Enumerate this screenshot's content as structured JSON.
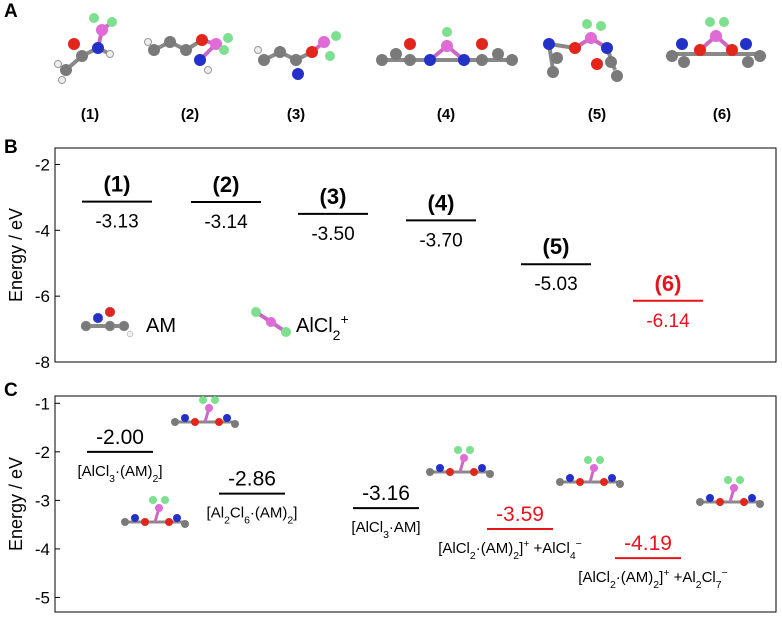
{
  "panel_letters": [
    "A",
    "B",
    "C"
  ],
  "panel_a": {
    "structures": [
      {
        "label": "(1)"
      },
      {
        "label": "(2)"
      },
      {
        "label": "(3)"
      },
      {
        "label": "(4)"
      },
      {
        "label": "(5)"
      },
      {
        "label": "(6)"
      }
    ]
  },
  "colors": {
    "carbon": "#7a7a7a",
    "hydrogen": "#f2f2f2",
    "oxygen": "#e3261b",
    "nitrogen": "#2431c9",
    "aluminum": "#e06ad6",
    "chlorine": "#7de08f",
    "highlight": "#e8141c",
    "default": "#000000"
  },
  "chart_data": [
    {
      "type": "energy-level",
      "ylabel": "Energy / eV",
      "ylim": [
        -8,
        -1.5
      ],
      "yticks": [
        -2,
        -4,
        -6,
        -8
      ],
      "levels": [
        {
          "label": "(1)",
          "value": -3.13,
          "value_text": "-3.13",
          "highlight": false
        },
        {
          "label": "(2)",
          "value": -3.14,
          "value_text": "-3.14",
          "highlight": false
        },
        {
          "label": "(3)",
          "value": -3.5,
          "value_text": "-3.50",
          "highlight": false
        },
        {
          "label": "(4)",
          "value": -3.7,
          "value_text": "-3.70",
          "highlight": false
        },
        {
          "label": "(5)",
          "value": -5.03,
          "value_text": "-5.03",
          "highlight": false
        },
        {
          "label": "(6)",
          "value": -6.14,
          "value_text": "-6.14",
          "highlight": true
        }
      ],
      "legend": [
        {
          "text": "AM",
          "icon": "acrylamide-molecule-icon"
        },
        {
          "text": "AlCl",
          "sub": "2",
          "sup": "+",
          "icon": "alcl2-cation-icon"
        }
      ]
    },
    {
      "type": "energy-level",
      "ylabel": "Energy / eV",
      "ylim": [
        -5.3,
        -0.85
      ],
      "yticks": [
        -1,
        -2,
        -3,
        -4,
        -5
      ],
      "levels": [
        {
          "value": -2.0,
          "value_text": "-2.00",
          "highlight": false,
          "species": [
            {
              "t": "[AlCl"
            },
            {
              "t": "3",
              "s": "sub"
            },
            {
              "t": "·(AM)"
            },
            {
              "t": "2",
              "s": "sub"
            },
            {
              "t": "]"
            }
          ]
        },
        {
          "value": -2.86,
          "value_text": "-2.86",
          "highlight": false,
          "species": [
            {
              "t": "[Al"
            },
            {
              "t": "2",
              "s": "sub"
            },
            {
              "t": "Cl"
            },
            {
              "t": "6",
              "s": "sub"
            },
            {
              "t": "·(AM)"
            },
            {
              "t": "2",
              "s": "sub"
            },
            {
              "t": "]"
            }
          ]
        },
        {
          "value": -3.16,
          "value_text": "-3.16",
          "highlight": false,
          "species": [
            {
              "t": "[AlCl"
            },
            {
              "t": "3",
              "s": "sub"
            },
            {
              "t": "·AM]"
            }
          ]
        },
        {
          "value": -3.59,
          "value_text": "-3.59",
          "highlight": true,
          "species": [
            {
              "t": "[AlCl"
            },
            {
              "t": "2",
              "s": "sub"
            },
            {
              "t": "·(AM)"
            },
            {
              "t": "2",
              "s": "sub"
            },
            {
              "t": "]"
            },
            {
              "t": "+",
              "s": "sup"
            },
            {
              "t": " +AlCl"
            },
            {
              "t": "4",
              "s": "sub"
            },
            {
              "t": "−",
              "s": "sup"
            }
          ]
        },
        {
          "value": -4.19,
          "value_text": "-4.19",
          "highlight": true,
          "species": [
            {
              "t": "[AlCl"
            },
            {
              "t": "2",
              "s": "sub"
            },
            {
              "t": "·(AM)"
            },
            {
              "t": "2",
              "s": "sub"
            },
            {
              "t": "]"
            },
            {
              "t": "+",
              "s": "sup"
            },
            {
              "t": " +Al"
            },
            {
              "t": "2",
              "s": "sub"
            },
            {
              "t": "Cl"
            },
            {
              "t": "7",
              "s": "sub"
            },
            {
              "t": "−",
              "s": "sup"
            }
          ]
        }
      ]
    }
  ]
}
